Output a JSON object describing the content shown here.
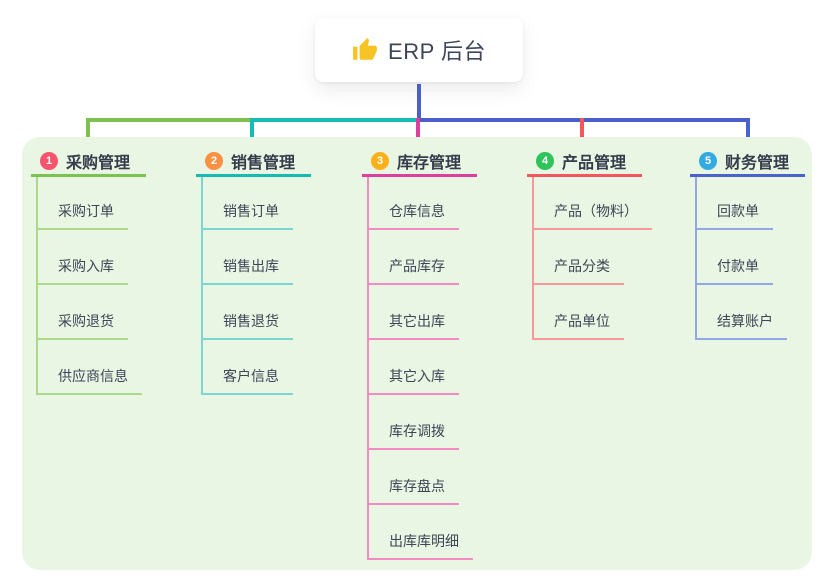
{
  "root": {
    "icon": "thumbs-up-icon",
    "label": "ERP 后台"
  },
  "colors": {
    "trunk": "#4a5fc8",
    "panel_bg": "#e8f6e3",
    "icon_yellow": "#f7c325"
  },
  "branches": [
    {
      "badge": "1",
      "label": "采购管理",
      "badge_color": "#f6536d",
      "line_color": "#7cc152",
      "light_color": "#abd98a",
      "children": [
        "采购订单",
        "采购入库",
        "采购退货",
        "供应商信息"
      ]
    },
    {
      "badge": "2",
      "label": "销售管理",
      "badge_color": "#fb8f42",
      "line_color": "#16bcb2",
      "light_color": "#7ad6cf",
      "children": [
        "销售订单",
        "销售出库",
        "销售退货",
        "客户信息"
      ]
    },
    {
      "badge": "3",
      "label": "库存管理",
      "badge_color": "#fbb117",
      "line_color": "#dd3f9e",
      "light_color": "#f08cc1",
      "children": [
        "仓库信息",
        "产品库存",
        "其它出库",
        "其它入库",
        "库存调拨",
        "库存盘点",
        "出库库明细"
      ]
    },
    {
      "badge": "4",
      "label": "产品管理",
      "badge_color": "#2ec45b",
      "line_color": "#f4565e",
      "light_color": "#f8989d",
      "children": [
        "产品（物料）",
        "产品分类",
        "产品单位"
      ]
    },
    {
      "badge": "5",
      "label": "财务管理",
      "badge_color": "#32abe2",
      "line_color": "#4a63cc",
      "light_color": "#92a7e6",
      "children": [
        "回款单",
        "付款单",
        "结算账户"
      ]
    }
  ]
}
